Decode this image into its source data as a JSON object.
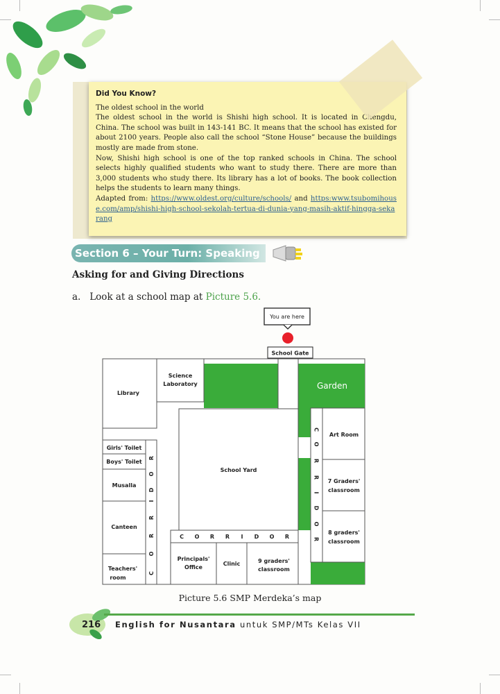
{
  "did_you_know": {
    "title": "Did You Know?",
    "lines": [
      "The oldest school in the world",
      "The oldest school in the world is Shishi high school. It is located in Chengdu, China. The school was built in 143-141 BC. It means that the school has existed for about 2100 years. People also call the school “Stone House” because the buildings mostly are made from stone.",
      "Now, Shishi high school is one of the top ranked schools in China. The school selects highly qualified students who want to study there. There are more than 3,000 students who study there. Its library has a lot of books. The book collection helps the students to learn many things."
    ],
    "adapted_prefix": "Adapted from:",
    "source_1": "https://www.oldest.org/culture/schools/",
    "source_and": "and",
    "source_2": "https:www.tsubomihouse.com/amp/shishi-high-school-sekolah-tertua-di-dunia-yang-masih-aktif-hingga-sekarang"
  },
  "section": {
    "title": "Section 6 – Your Turn: Speaking",
    "icon": "megaphone-icon"
  },
  "heading": "Asking for and Giving Directions",
  "item_a": {
    "marker": "a.",
    "text": "Look at a school map at",
    "ref": "Picture 5.6."
  },
  "map": {
    "you_are_here": "You are here",
    "school_gate": "School Gate",
    "science_lab": [
      "Science",
      "Laboratory"
    ],
    "library": "Library",
    "garden": "Garden",
    "art_room": "Art Room",
    "girls_toilet": "Girls' Toilet",
    "boys_toilet": "Boys' Toilet",
    "musalla": "Musalla",
    "canteen": "Canteen",
    "teachers_room": [
      "Teachers'",
      "room"
    ],
    "school_yard": "School Yard",
    "grade7": [
      "7 Graders'",
      "classroom"
    ],
    "grade8": [
      "8 graders'",
      "classroom"
    ],
    "principal": [
      "Principals'",
      "Office"
    ],
    "clinic": "Clinic",
    "grade9": [
      "9 graders'",
      "classroom"
    ],
    "corridor_letters": [
      "C",
      "O",
      "R",
      "R",
      "I",
      "D",
      "O",
      "R"
    ],
    "colors": {
      "green": "#3aac3a",
      "marker": "#e8202a"
    }
  },
  "caption": "Picture 5.6 SMP Merdeka’s map",
  "footer": {
    "page": "216",
    "book_bold": "English for Nusantara",
    "book_rest": "untuk SMP/MTs Kelas VII"
  },
  "theme": {
    "accent_green": "#55a84a",
    "section_teal": "#6cb0a8",
    "note_yellow": "#fbf4b4"
  }
}
